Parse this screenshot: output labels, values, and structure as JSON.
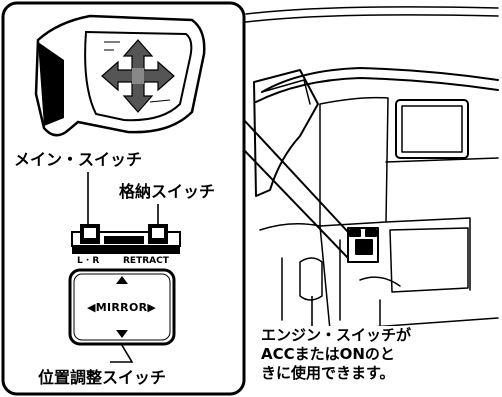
{
  "labels": {
    "main_switch": "メイン・スイッチ",
    "retract_switch": "格納スイッチ",
    "adjust_switch": "位置調整スイッチ"
  },
  "switch_panel": {
    "lr_text": "L · R",
    "retract_text": "RETRACT",
    "mirror_text": "◀MIRROR▶"
  },
  "note": {
    "lines": [
      "エンジン・スイッチが",
      "ACCまたはONのと",
      "きに使用できます。"
    ]
  },
  "colors": {
    "ink": "#000000",
    "paper": "#ffffff"
  }
}
